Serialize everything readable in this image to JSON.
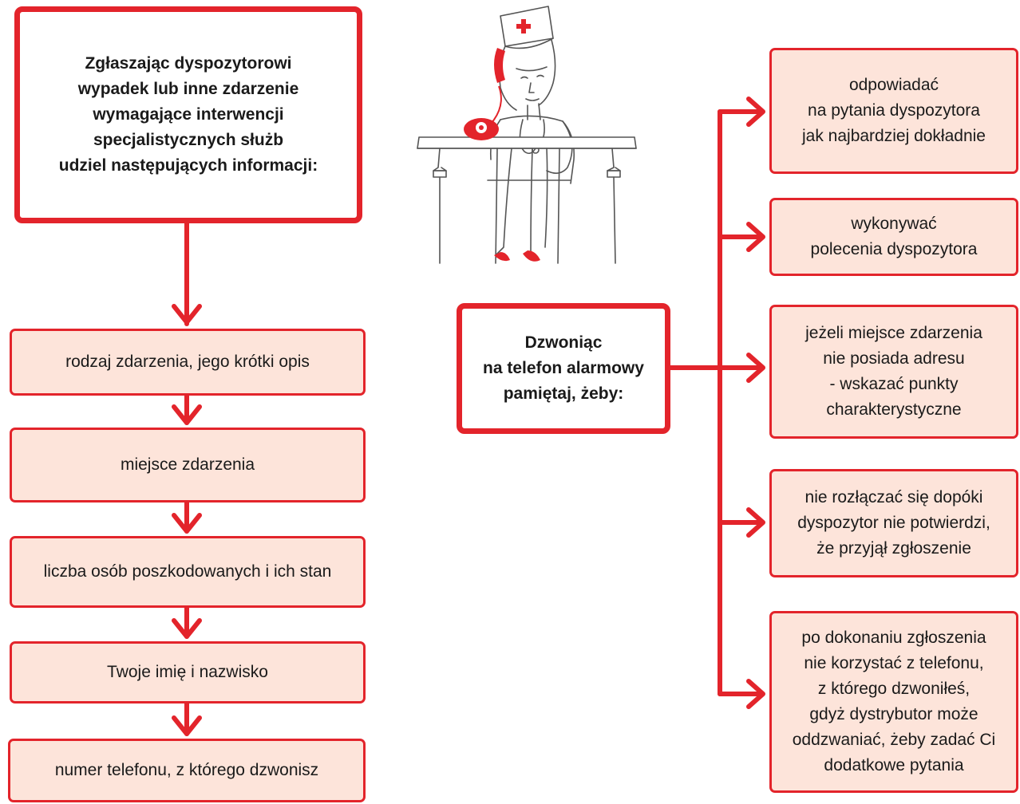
{
  "colors": {
    "accent": "#e3242b",
    "box_fill": "#fde4da",
    "line_art": "#555555"
  },
  "left_panel": {
    "header": "Zgłaszając dyspozytorowi\nwypadek lub inne zdarzenie\nwymagające interwencji\nspecjalistycznych służb\nudziel następujących informacji:",
    "steps": [
      "rodzaj zdarzenia, jego krótki opis",
      "miejsce zdarzenia",
      "liczba osób poszkodowanych i ich stan",
      "Twoje imię i nazwisko",
      "numer telefonu, z którego dzwonisz"
    ]
  },
  "center": {
    "header": "Dzwoniąc\nna telefon alarmowy\npamiętaj, żeby:",
    "illustration_icon": "nurse-on-phone-icon"
  },
  "right_panel": {
    "items": [
      "odpowiadać\nna pytania dyspozytora\njak najbardziej dokładnie",
      "wykonywać\npolecenia dyspozytora",
      "jeżeli miejsce zdarzenia\nnie posiada adresu\n- wskazać punkty\ncharakterystyczne",
      "nie rozłączać się dopóki\ndyspozytor nie potwierdzi,\nże przyjął zgłoszenie",
      "po dokonaniu zgłoszenia\nnie korzystać z telefonu,\nz którego dzwoniłeś,\ngdyż dystrybutor może\noddzwaniać, żeby zadać Ci\ndodatkowe pytania"
    ]
  }
}
